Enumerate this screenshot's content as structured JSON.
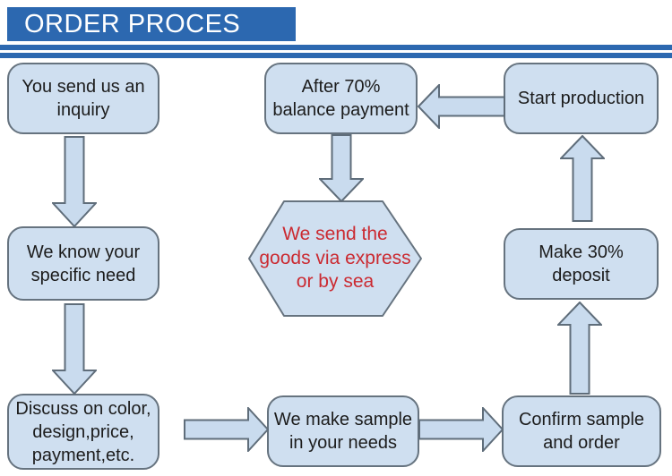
{
  "header": {
    "title": "ORDER PROCES"
  },
  "colors": {
    "header_bg": "#2c68b0",
    "divider": "#2c68b0",
    "title_text": "#ffffff",
    "node_fill": "#cfdff0",
    "node_border": "#66737f",
    "arrow_fill": "#c9dbee",
    "arrow_border": "#5f6d7a",
    "node_text": "#1c1c1c",
    "hexagon_text": "#cb2a31"
  },
  "flowchart": {
    "nodes": [
      {
        "id": "inquiry",
        "shape": "rounded-rectangle",
        "label": "You send us an\ninquiry"
      },
      {
        "id": "specific-need",
        "shape": "rounded-rectangle",
        "label": "We know your\nspecific need"
      },
      {
        "id": "discuss",
        "shape": "rounded-rectangle",
        "label": "Discuss on color,\ndesign,price,\npayment,etc."
      },
      {
        "id": "make-sample",
        "shape": "rounded-rectangle",
        "label": "We make sample\nin your needs"
      },
      {
        "id": "confirm-order",
        "shape": "rounded-rectangle",
        "label": "Confirm sample\nand order"
      },
      {
        "id": "deposit",
        "shape": "rounded-rectangle",
        "label": "Make 30%\ndeposit"
      },
      {
        "id": "start-production",
        "shape": "rounded-rectangle",
        "label": "Start production"
      },
      {
        "id": "balance-payment",
        "shape": "rounded-rectangle",
        "label": "After 70%\nbalance payment"
      },
      {
        "id": "send-goods",
        "shape": "hexagon",
        "label": "We send the\ngoods via express\nor by sea"
      }
    ],
    "edges": [
      {
        "from": "inquiry",
        "to": "specific-need",
        "direction": "down"
      },
      {
        "from": "specific-need",
        "to": "discuss",
        "direction": "down"
      },
      {
        "from": "discuss",
        "to": "make-sample",
        "direction": "right"
      },
      {
        "from": "make-sample",
        "to": "confirm-order",
        "direction": "right"
      },
      {
        "from": "confirm-order",
        "to": "deposit",
        "direction": "up"
      },
      {
        "from": "deposit",
        "to": "start-production",
        "direction": "up"
      },
      {
        "from": "start-production",
        "to": "balance-payment",
        "direction": "left"
      },
      {
        "from": "balance-payment",
        "to": "send-goods",
        "direction": "down"
      }
    ]
  }
}
